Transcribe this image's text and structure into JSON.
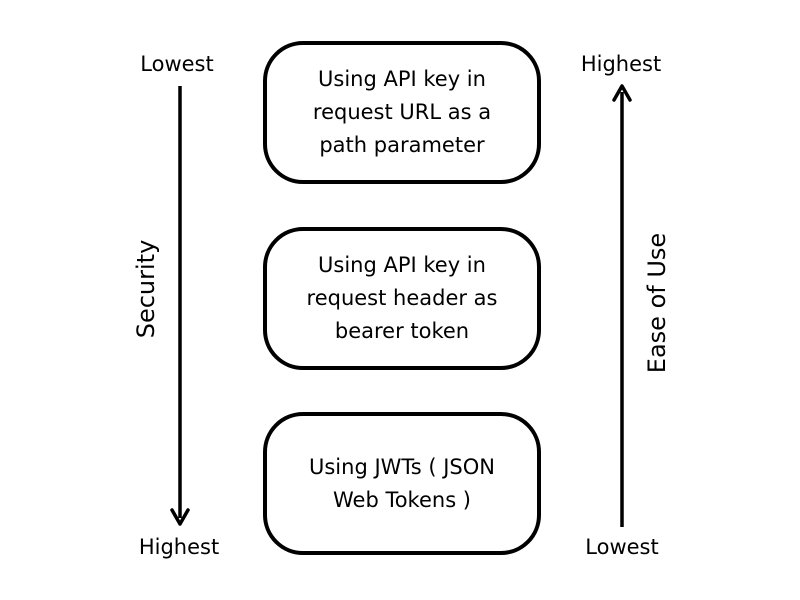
{
  "security_axis": {
    "title": "Security",
    "top_label": "Lowest",
    "bottom_label": "Highest"
  },
  "ease_axis": {
    "title": "Ease of Use",
    "top_label": "Highest",
    "bottom_label": "Lowest"
  },
  "methods": [
    {
      "text": "Using API key in request URL as a path parameter"
    },
    {
      "text": "Using API key in request header as bearer token"
    },
    {
      "text": "Using JWTs ( JSON Web Tokens )"
    }
  ]
}
